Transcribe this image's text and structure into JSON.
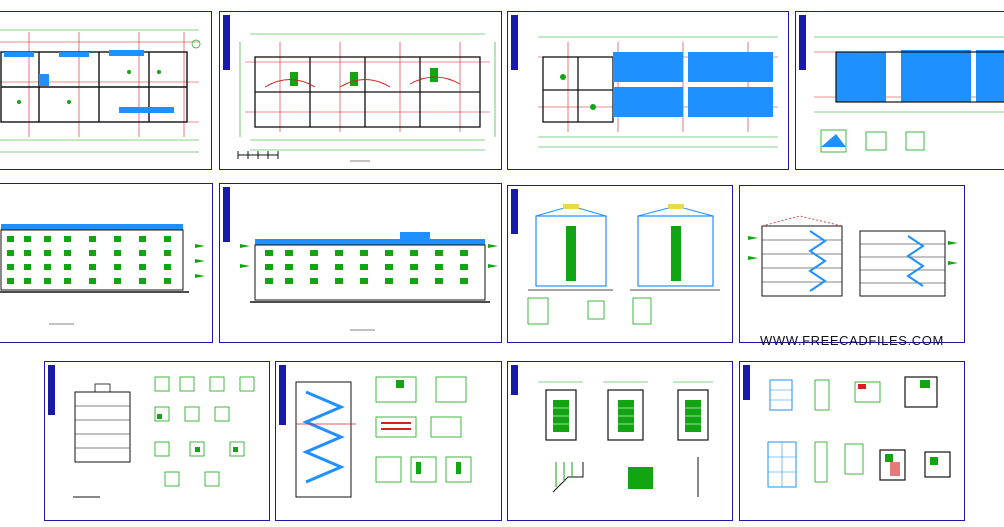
{
  "watermark": {
    "text": "WWW.FREECADFILES.COM"
  },
  "colors": {
    "frame": "#1a1aa8",
    "wall": "#111111",
    "grid": "#d62020",
    "dimension": "#11a611",
    "hatch": "#1e90ff",
    "accent": "#e8d84a"
  },
  "sheets": [
    {
      "id": "plan-1",
      "kind": "floor-plan"
    },
    {
      "id": "plan-2",
      "kind": "floor-plan"
    },
    {
      "id": "plan-3",
      "kind": "floor-plan-blue"
    },
    {
      "id": "plan-4",
      "kind": "roof-plan"
    },
    {
      "id": "elevation-1",
      "kind": "elevation"
    },
    {
      "id": "elevation-2",
      "kind": "elevation"
    },
    {
      "id": "side-elevations",
      "kind": "side-elevation"
    },
    {
      "id": "sections",
      "kind": "section"
    },
    {
      "id": "details-1",
      "kind": "details"
    },
    {
      "id": "stair-section",
      "kind": "stair"
    },
    {
      "id": "stair-plans",
      "kind": "stair-plans"
    },
    {
      "id": "details-2",
      "kind": "details"
    }
  ]
}
